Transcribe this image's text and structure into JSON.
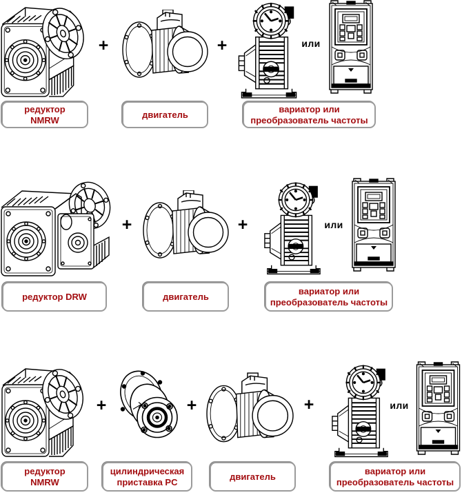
{
  "palette": {
    "background": "#ffffff",
    "line_color": "#000000",
    "label_text_color": "#a30d10",
    "label_border_color": "#9b9b9b",
    "connector_color": "#000000"
  },
  "connectors": {
    "plus": "+",
    "or": "или"
  },
  "rows": [
    {
      "name": "nmrw-assembly",
      "items": [
        {
          "drawing": "nmrw-worm-gearbox-drawing",
          "label_lines": [
            "редуктор",
            "NMRW"
          ]
        },
        {
          "drawing": "motor-drawing",
          "label_lines": [
            "двигатель"
          ]
        },
        {
          "drawing": "variator-and-frequency-converter-drawings",
          "label_lines": [
            "вариатор или",
            "преобразователь частоты"
          ]
        }
      ]
    },
    {
      "name": "drw-assembly",
      "items": [
        {
          "drawing": "drw-combined-gearbox-drawing",
          "label_lines": [
            "редуктор DRW"
          ]
        },
        {
          "drawing": "motor-drawing",
          "label_lines": [
            "двигатель"
          ]
        },
        {
          "drawing": "variator-and-frequency-converter-drawings",
          "label_lines": [
            "вариатор или",
            "преобразователь частоты"
          ]
        }
      ]
    },
    {
      "name": "nmrw-pc-assembly",
      "items": [
        {
          "drawing": "nmrw-worm-gearbox-drawing",
          "label_lines": [
            "редуктор",
            "NMRW"
          ]
        },
        {
          "drawing": "cylindrical-attachment-pc-drawing",
          "label_lines": [
            "цилиндрическая",
            "приставка PC"
          ]
        },
        {
          "drawing": "motor-drawing",
          "label_lines": [
            "двигатель"
          ]
        },
        {
          "drawing": "variator-and-frequency-converter-drawings",
          "label_lines": [
            "вариатор или",
            "преобразователь частоты"
          ]
        }
      ]
    }
  ]
}
